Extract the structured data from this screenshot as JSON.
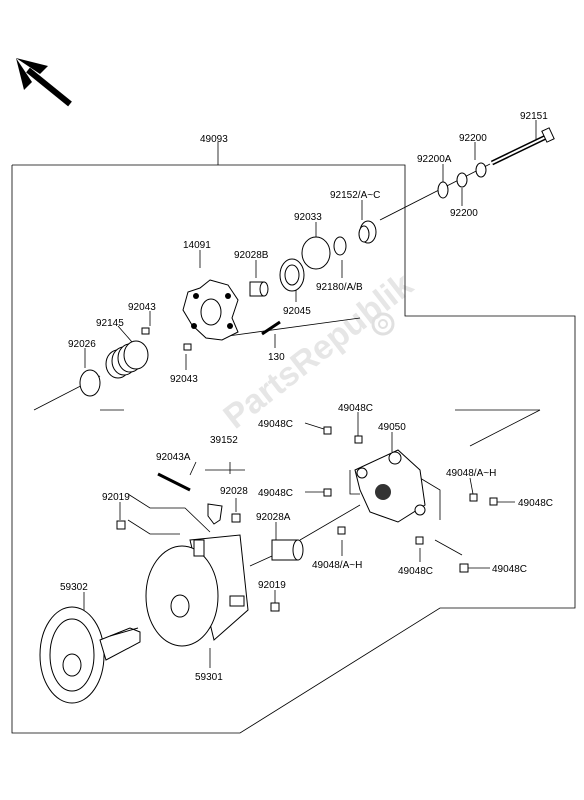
{
  "diagram": {
    "watermark": "PartsRepublik",
    "labels": {
      "l49093": "49093",
      "l92151": "92151",
      "l92200a": "92200",
      "l92200A": "92200A",
      "l92200b": "92200",
      "l92152": "92152/A~C",
      "l92033": "92033",
      "l92180": "92180/A/B",
      "l14091": "14091",
      "l92028B": "92028B",
      "l92045": "92045",
      "l92043a": "92043",
      "l92145": "92145",
      "l92026": "92026",
      "l92043b": "92043",
      "l130": "130",
      "l49048Ca": "49048C",
      "l49048Cb": "49048C",
      "l49050": "49050",
      "l39152": "39152",
      "l92043A": "92043A",
      "l92028": "92028",
      "l92019a": "92019",
      "l49048Cc": "49048C",
      "l49048AHa": "49048/A~H",
      "l49048Cd": "49048C",
      "l92028A": "92028A",
      "l49048AHb": "49048/A~H",
      "l49048Ce": "49048C",
      "l49048Cf": "49048C",
      "l92019b": "92019",
      "l59302": "59302",
      "l59301": "59301"
    }
  }
}
